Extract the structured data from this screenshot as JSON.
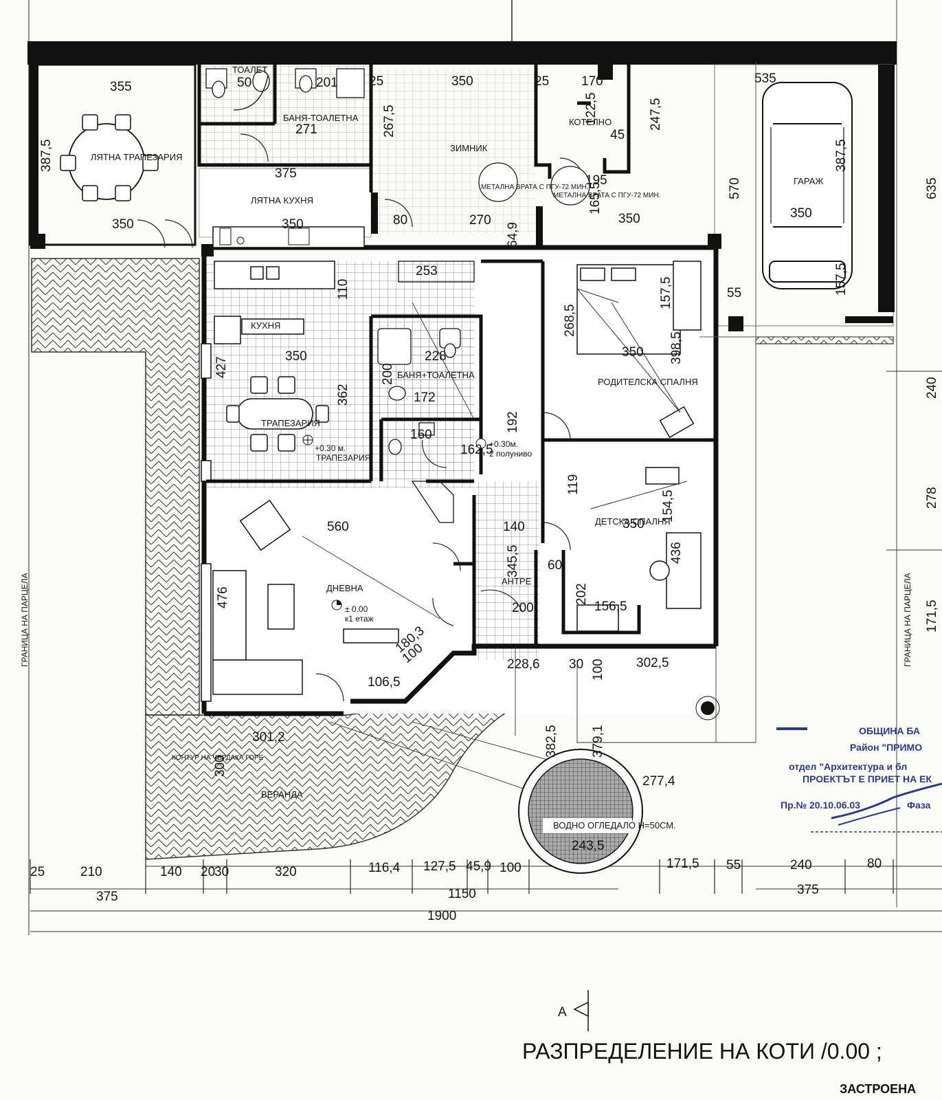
{
  "rooms": {
    "summer_dining": "ЛЯТНА ТРАПЕЗАРИЯ",
    "toilet": "ТОАЛЕТ",
    "bath_toilet_top": "БАНЯ-ТОАЛЕТНА",
    "cellar": "ЗИМНИК",
    "boiler": "КОТЕЛНО",
    "garage": "ГАРАЖ",
    "summer_kitchen": "ЛЯТНА КУХНЯ",
    "kitchen": "КУХНЯ",
    "dining": "ТРАПЕЗАРИЯ",
    "bath_toilet_mid": "БАНЯ+ТОАЛЕТНА",
    "master_bedroom": "РОДИТЕЛСКА СПАЛНЯ",
    "living": "ДНЕВНА",
    "hall": "АНТРЕ",
    "kids_bedroom": "ДЕТСКА СПАЛНЯ",
    "veranda": "ВЕРАНДА",
    "pond": "ВОДНО ОГЛЕДАЛО H=50СМ.",
    "outline_upper": "КОНТУР НА ЧЕРДАКА ГОРЕ"
  },
  "notes": {
    "metal_door_1": "МЕТАЛНА ВРАТА С ПГУ-72 МИН.",
    "metal_door_2": "МЕТАЛНА ВРАТА С ПГУ-72 МИН.",
    "level_dining_1": "+0.30 м.",
    "level_dining_2": "ТРАПЕЗАРИЯ",
    "level_hall_1": "+0.30м.",
    "level_hall_2": "2 полуниво",
    "level_living_1": "± 0.00",
    "level_living_2": "к1 етаж",
    "boundary_left": "ГРАНИЦА НА ПАРЦЕЛА",
    "boundary_right": "ГРАНИЦА НА ПАРЦЕЛА"
  },
  "dims": {
    "d355": "355",
    "d350a": "350",
    "d170": "170",
    "d535": "535",
    "d25a": "25",
    "d25b": "25",
    "d2675": "267,5",
    "d1225": "122,5",
    "d2475": "247,5",
    "d3875a": "387,5",
    "d3875b": "387,5",
    "d271": "271",
    "d50": "50",
    "d201": "201",
    "d375a": "375",
    "d45a": "45",
    "d195": "195",
    "d570": "570",
    "d635": "635",
    "d350b": "350",
    "d350c": "350",
    "d270": "270",
    "d350d": "350",
    "d350e": "350",
    "d80a": "80",
    "d649": "64,9",
    "d1655": "165,5",
    "d253": "253",
    "d110": "110",
    "d2685": "268,5",
    "d1575": "157,5",
    "d55a": "55",
    "d1575b": "157,5",
    "d350f": "350",
    "d228": "228",
    "d3985": "398,5",
    "d350g": "350",
    "d427": "427",
    "d362": "362",
    "d172": "172",
    "d200": "200",
    "d192": "192",
    "d160": "160",
    "d1625": "162,5",
    "d240": "240",
    "d119": "119",
    "d1545": "154,5",
    "d560": "560",
    "d140": "140",
    "d350h": "350",
    "d278": "278",
    "d3455": "345,5",
    "d60": "60",
    "d436": "436",
    "d476": "476",
    "d200b": "200",
    "d202": "202",
    "d1565": "156,5",
    "d1715r": "171,5",
    "d1803": "180,3",
    "d100a": "100",
    "d1065": "106,5",
    "d2286": "228,6",
    "d30a": "30",
    "d3025": "302,5",
    "d100b": "100",
    "d3012": "301,2",
    "d3825": "382,5",
    "d3791": "379,1",
    "d2774": "277,4",
    "d300": "300",
    "d2435": "243,5",
    "d25c": "25",
    "d210": "210",
    "d140b": "140",
    "d20": "20",
    "d30b": "30",
    "d320": "320",
    "d1164": "116,4",
    "d1275": "127,5",
    "d459": "45,9",
    "d100c": "100",
    "d1715": "171,5",
    "d55b": "55",
    "d240b": "240",
    "d80b": "80",
    "d375b": "375",
    "d1150": "1150",
    "d375c": "375",
    "d1900": "1900"
  },
  "stamp": {
    "line1": "ОБЩИНА БА",
    "line2": "Район \"ПРИМО",
    "line3": "отдел \"Архитектура и бл",
    "line4": "ПРОЕКТЪТ Е ПРИЕТ НА ЕК",
    "line5": "Пр.№ 20.10.06.03",
    "line6": "Фаза"
  },
  "section_mark": "А",
  "title": "РАЗПРЕДЕЛЕНИЕ НА КОТИ /0.00 ;",
  "subtitle": "ЗАСТРОЕНА"
}
